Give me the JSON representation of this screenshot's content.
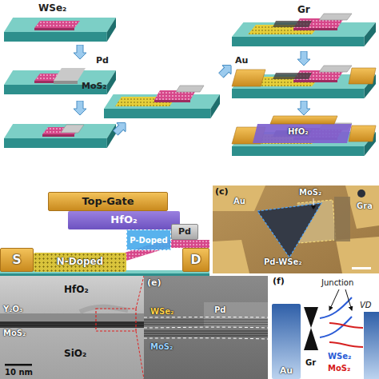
{
  "diagram": {
    "nodes": [
      {
        "text": [
          "Top-Gate"
        ]
      },
      {
        "text": [
          "HfO₂"
        ]
      },
      {
        "text": [
          "P-Doped"
        ]
      },
      {
        "text": [
          "Pd"
        ]
      },
      {
        "text": [
          "S"
        ]
      },
      {
        "text": [
          "N-Doped"
        ]
      },
      {
        "text": [
          "D"
        ]
      },
      {
        "text": [
          "Au"
        ]
      }
    ],
    "labels": [
      "WSe₂",
      "Pd",
      "MoS₂",
      "Gr",
      "Au",
      "HfO₂",
      "(c)",
      "Au",
      "MoS₂",
      "Gra",
      "Pd-WSe₂",
      "HfO₂",
      "Y₂O₃",
      "MoS₂",
      "SiO₂",
      "10 nm",
      "(e)",
      "WSe₂",
      "Pd",
      "MoS₂",
      "(f)",
      "Junction",
      "Gr",
      "WSe₂",
      "MoS₂",
      "VD"
    ]
  }
}
